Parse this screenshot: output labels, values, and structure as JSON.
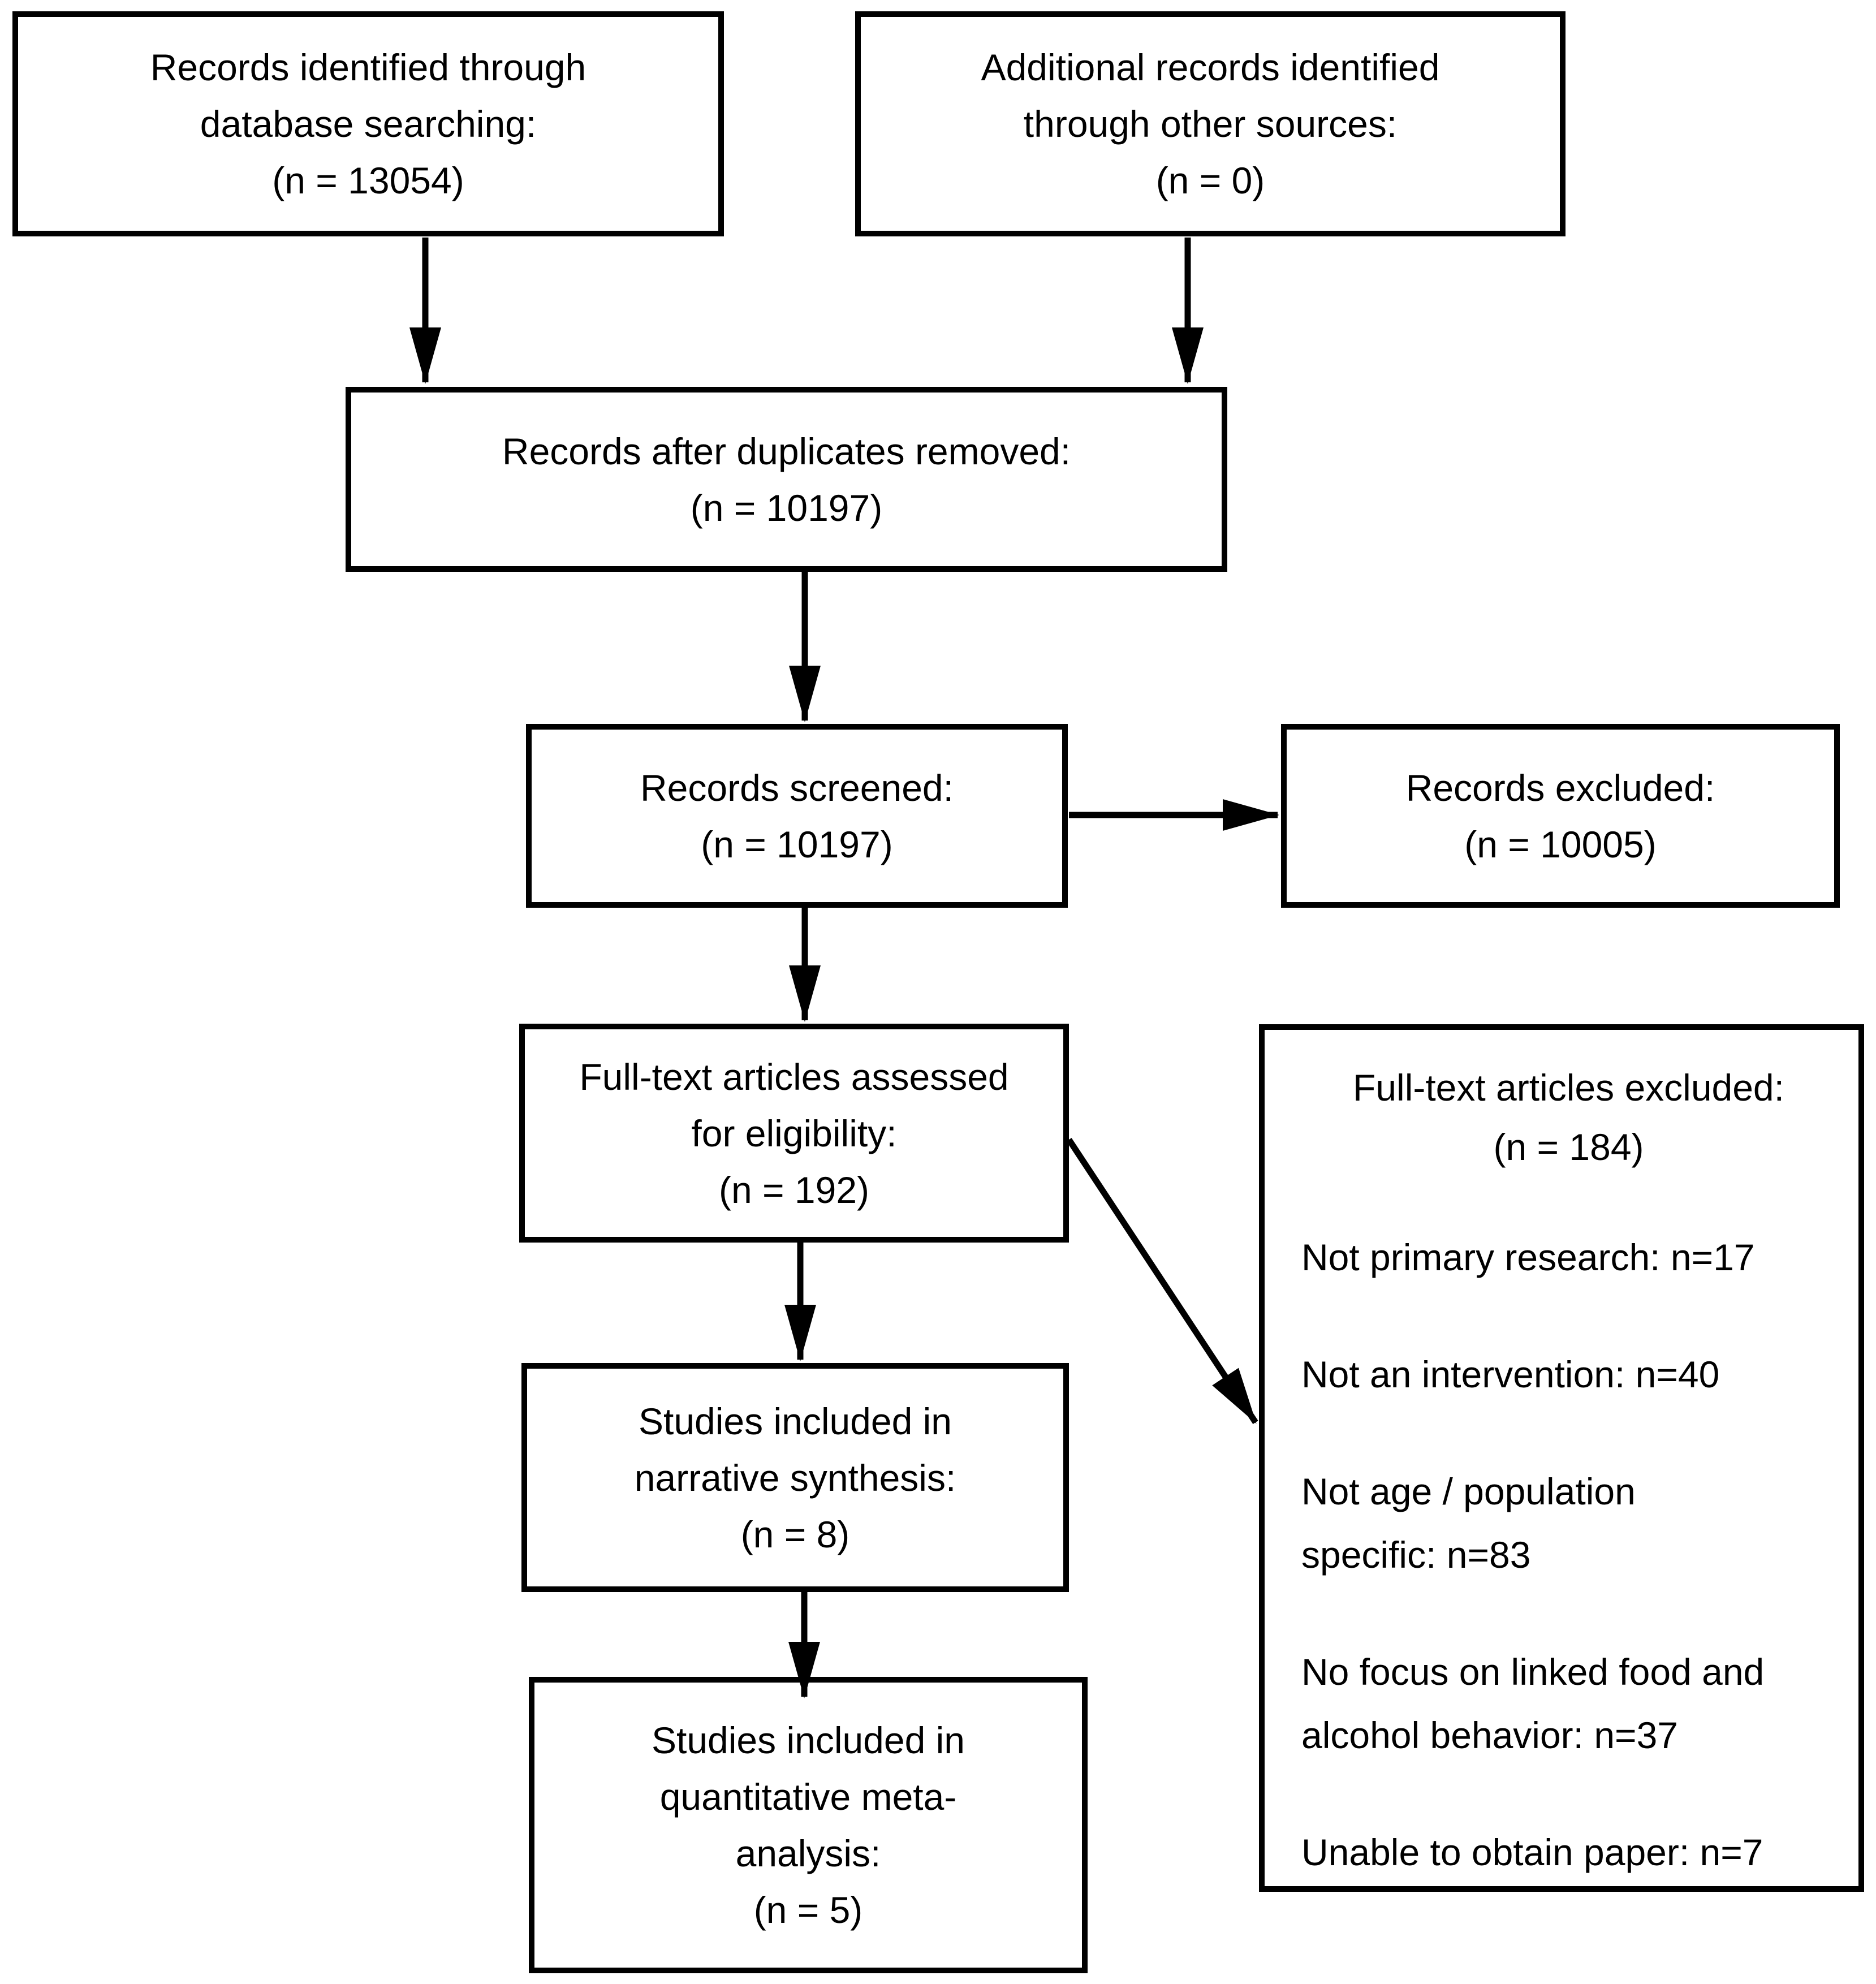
{
  "figure": {
    "title": "PRISMA flow diagram of study selection",
    "background_color": "#ffffff",
    "line_color": "#000000"
  },
  "boxes": {
    "records_identified": {
      "lines": [
        "Records identified through",
        "database searching:",
        "(n = 13054)"
      ]
    },
    "additional_records": {
      "lines": [
        "Additional records identified",
        "through other sources:",
        "(n = 0)"
      ]
    },
    "duplicates_removed": {
      "lines": [
        "Records after duplicates removed:",
        "(n = 10197)"
      ]
    },
    "records_screened": {
      "lines": [
        "Records screened:",
        "(n = 10197)"
      ]
    },
    "records_excluded": {
      "lines": [
        "Records excluded:",
        "(n = 10005)"
      ]
    },
    "full_text_assessed": {
      "lines": [
        "Full-text articles assessed",
        "for eligibility:",
        "(n = 192)"
      ]
    },
    "full_text_excluded": {
      "header_lines": [
        "Full-text articles excluded:",
        "(n = 184)"
      ],
      "reasons": [
        {
          "lines": [
            "Not primary research: n=17"
          ]
        },
        {
          "lines": [
            "Not an intervention: n=40"
          ]
        },
        {
          "lines": [
            "Not age / population",
            "specific: n=83"
          ]
        },
        {
          "lines": [
            "No focus on linked food and",
            "alcohol behavior: n=37"
          ]
        },
        {
          "lines": [
            "Unable to obtain paper: n=7"
          ]
        }
      ]
    },
    "narrative_synthesis": {
      "lines": [
        "Studies included in",
        "narrative synthesis:",
        "(n = 8)"
      ]
    },
    "meta_analysis": {
      "lines": [
        "Studies included in",
        "quantitative meta-",
        "analysis:",
        "(n = 5)"
      ]
    }
  },
  "connectors": [
    {
      "from": "records-identified",
      "to": "duplicates-removed"
    },
    {
      "from": "additional-records",
      "to": "duplicates-removed"
    },
    {
      "from": "duplicates-removed",
      "to": "records-screened"
    },
    {
      "from": "records-screened",
      "to": "records-excluded"
    },
    {
      "from": "records-screened",
      "to": "full-text-assessed"
    },
    {
      "from": "full-text-assessed",
      "to": "full-text-excluded"
    },
    {
      "from": "full-text-assessed",
      "to": "narrative-synthesis"
    },
    {
      "from": "narrative-synthesis",
      "to": "meta-analysis"
    }
  ]
}
